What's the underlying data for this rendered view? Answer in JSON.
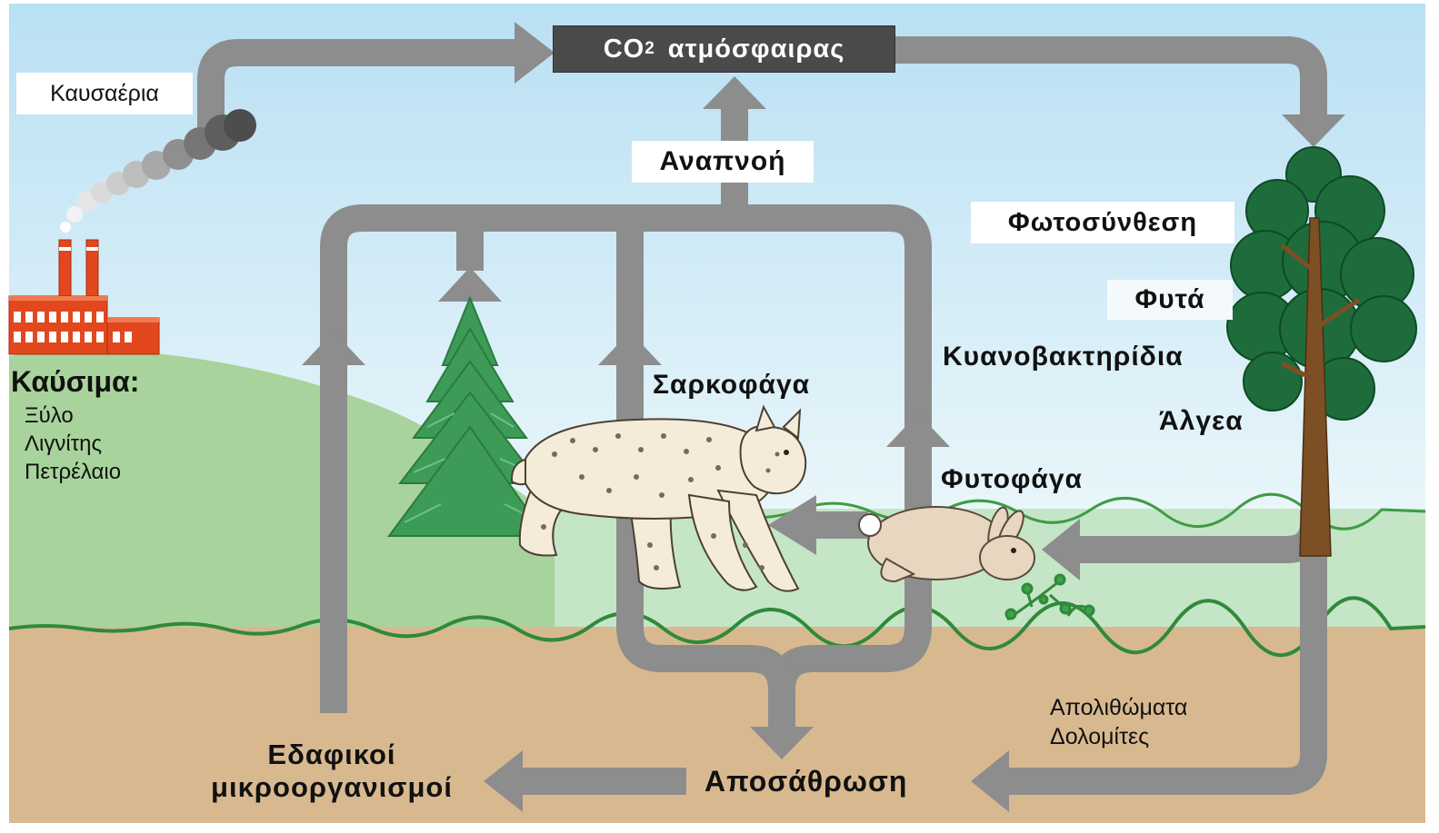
{
  "atmosphere": {
    "formula_base": "CO",
    "formula_subscript": "2",
    "label": "ατμόσφαιρας"
  },
  "labels": {
    "exhaust": "Καυσαέρια",
    "respiration": "Αναπνοή",
    "photosynthesis": "Φωτοσύνθεση",
    "plants": "Φυτά",
    "cyanobacteria": "Κυανοβακτηρίδια",
    "algae": "Άλγεα",
    "carnivores": "Σαρκοφάγα",
    "herbivores": "Φυτοφάγα",
    "weathering": "Αποσάθρωση",
    "soil_microbes_line1": "Εδαφικοί",
    "soil_microbes_line2": "μικροοργανισμοί"
  },
  "fuels": {
    "title": "Καύσιμα:",
    "items": [
      "Ξύλο",
      "Λιγνίτης",
      "Πετρέλαιο"
    ]
  },
  "deposits": [
    "Απολιθώματα",
    "Δολομίτες"
  ],
  "colors": {
    "arrow": "#8d8d8d",
    "co2_box": "#4a4a4a",
    "sky_top": "#b9e0f3",
    "sky_bottom": "#e9f6fa",
    "hill": "#a9d39c",
    "meadow": "#c5e5c7",
    "soil": "#d8b98f",
    "factory": "#e2471d",
    "conifer": "#3d9b58",
    "tree_foliage": "#1e6c3c",
    "trunk": "#7d4f24"
  }
}
